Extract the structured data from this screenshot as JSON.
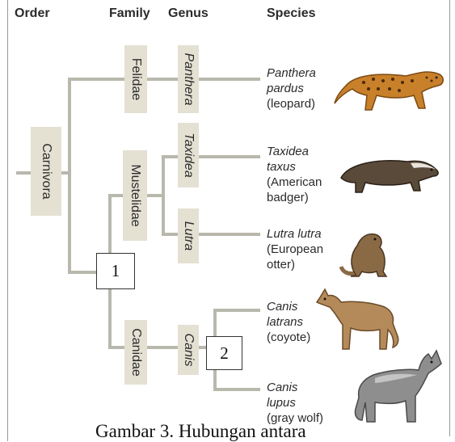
{
  "headers": {
    "order": "Order",
    "family": "Family",
    "genus": "Genus",
    "species": "Species"
  },
  "order": {
    "name": "Carnivora"
  },
  "families": [
    {
      "name": "Felidae"
    },
    {
      "name": "Mustelidae"
    },
    {
      "name": "Canidae"
    }
  ],
  "genera": [
    {
      "name": "Panthera"
    },
    {
      "name": "Taxidea"
    },
    {
      "name": "Lutra"
    },
    {
      "name": "Canis"
    }
  ],
  "species": [
    {
      "sci1": "Panthera",
      "sci2": "pardus",
      "common1": "(leopard)",
      "common2": "",
      "icon": "leopard-icon",
      "color": "#c9802a"
    },
    {
      "sci1": "Taxidea",
      "sci2": "taxus",
      "common1": "(American",
      "common2": "badger)",
      "icon": "badger-icon",
      "color": "#5a4a3a"
    },
    {
      "sci1": "Lutra lutra",
      "sci2": "",
      "common1": "(European",
      "common2": "otter)",
      "icon": "otter-icon",
      "color": "#8a6a45"
    },
    {
      "sci1": "Canis",
      "sci2": "latrans",
      "common1": "(coyote)",
      "common2": "",
      "icon": "coyote-icon",
      "color": "#b58a5a"
    },
    {
      "sci1": "Canis",
      "sci2": "lupus",
      "common1": "(gray wolf)",
      "common2": "",
      "icon": "wolf-icon",
      "color": "#8e8e8e"
    }
  ],
  "markers": {
    "m1": "1",
    "m2": "2"
  },
  "caption": "Gambar 3. Hubungan antara"
}
